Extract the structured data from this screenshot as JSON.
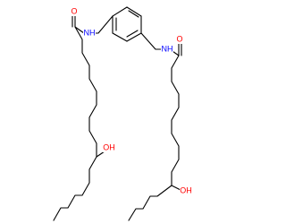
{
  "structure": {
    "labels": {
      "amide_o_1": "O",
      "amide_nh_1": "NH",
      "amide_o_2": "O",
      "amide_nh_2": "NH",
      "oh_1": "OH",
      "oh_2": "OH"
    },
    "colors": {
      "bond": "#000000",
      "oxygen": "#ff0000",
      "nitrogen": "#0000ff"
    }
  }
}
